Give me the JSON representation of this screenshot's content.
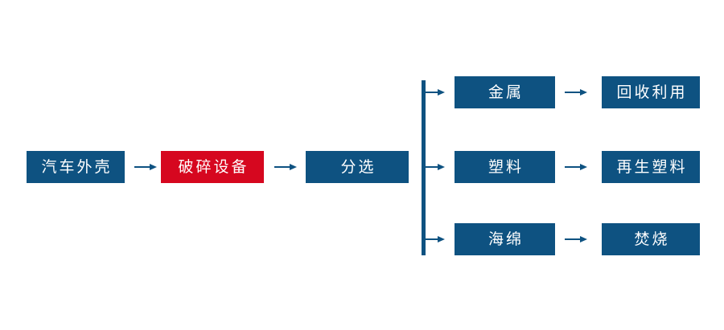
{
  "diagram": {
    "type": "process-flowchart",
    "background_color": "#ffffff",
    "colors": {
      "primary_box": "#0e5281",
      "highlight_box": "#d6071f",
      "arrow": "#0e5281",
      "text": "#ffffff"
    },
    "main_chain": [
      {
        "id": "shell",
        "label": "汽车外壳",
        "color": "#0e5281"
      },
      {
        "id": "crusher",
        "label": "破碎设备",
        "color": "#d6071f"
      },
      {
        "id": "sort",
        "label": "分选",
        "color": "#0e5281"
      }
    ],
    "branches": [
      {
        "material": {
          "id": "metal",
          "label": "金属",
          "color": "#0e5281"
        },
        "outcome": {
          "id": "recycle",
          "label": "回收利用",
          "color": "#0e5281"
        }
      },
      {
        "material": {
          "id": "plastic",
          "label": "塑料",
          "color": "#0e5281"
        },
        "outcome": {
          "id": "repla",
          "label": "再生塑料",
          "color": "#0e5281"
        }
      },
      {
        "material": {
          "id": "sponge",
          "label": "海绵",
          "color": "#0e5281"
        },
        "outcome": {
          "id": "burn",
          "label": "焚烧",
          "color": "#0e5281"
        }
      }
    ],
    "connectors": {
      "arrow_icon": "arrow-right-icon",
      "branch_trunk_icon": "vertical-trunk-line",
      "count_inline_arrows": 5,
      "count_branch_arrows": 3
    }
  }
}
